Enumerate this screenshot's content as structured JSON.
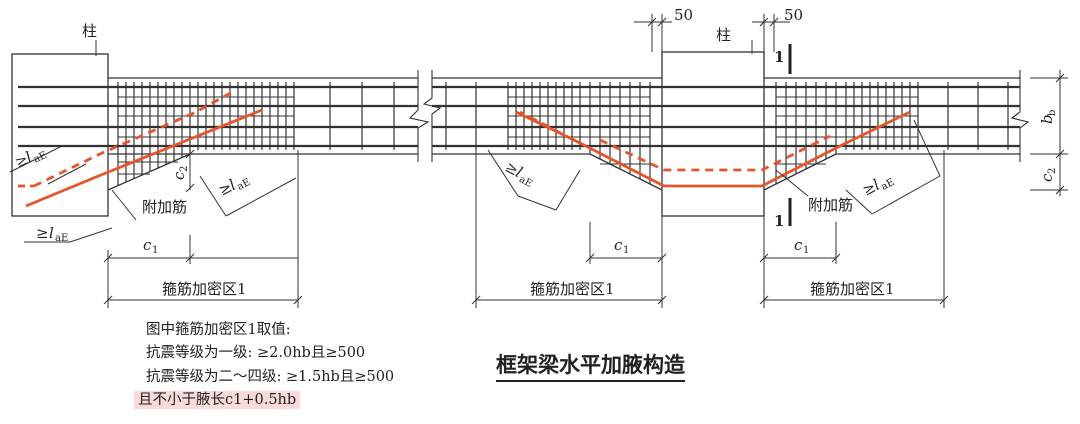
{
  "labels": {
    "column": "柱",
    "added_rebar": "附加筋",
    "stirrup_zone": "箍筋加密区1",
    "c1": "c",
    "c1_sub": "1",
    "c2": "c",
    "c2_sub": "2",
    "bb": "b",
    "bb_sub": "b",
    "lae_prefix": "≥",
    "lae": "l",
    "lae_sub": "aE",
    "dim_50": "50",
    "section_mark": "1"
  },
  "notes": {
    "line1": "图中箍筋加密区1取值:",
    "line2": "抗震等级为一级: ≥2.0hb且≥500",
    "line3": "抗震等级为二～四级: ≥1.5hb且≥500",
    "line4": "且不小于腋长c1+0.5hb"
  },
  "caption": "框架梁水平加腋构造",
  "colors": {
    "line": "#333333",
    "rebar_added": "#e8542a",
    "highlight": "#f9dada"
  }
}
